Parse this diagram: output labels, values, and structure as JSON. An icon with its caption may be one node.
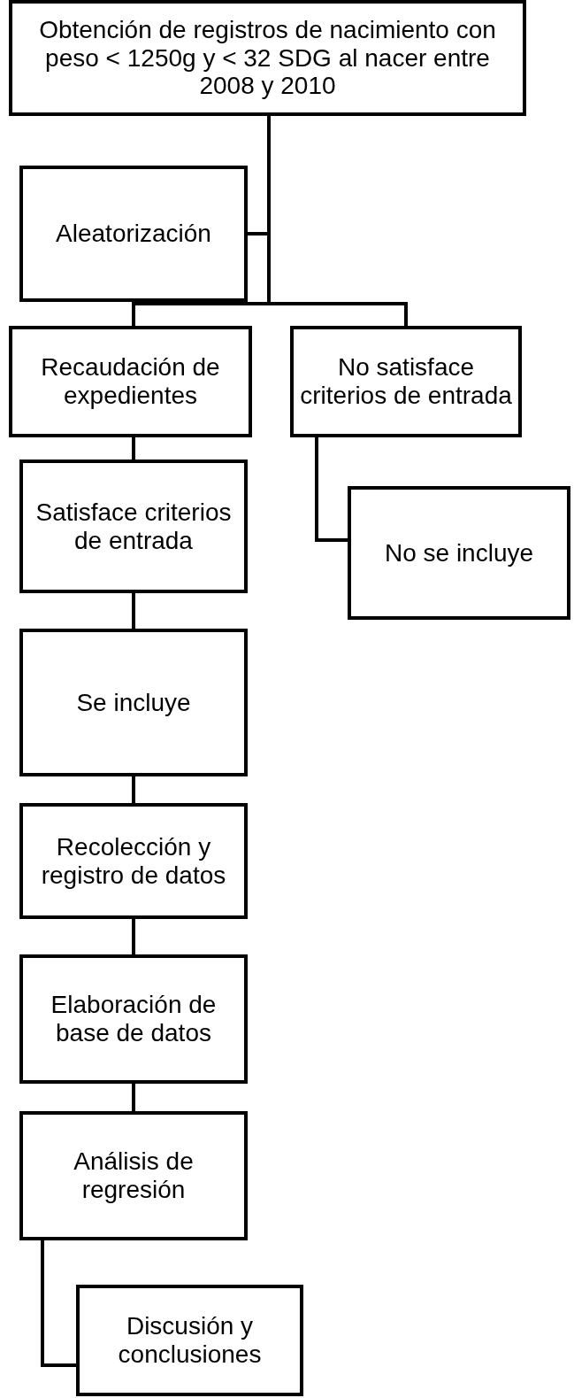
{
  "diagram": {
    "nodes": [
      {
        "text": [
          "Obtención de registros de nacimiento con peso < 1250g y < 32 SDG al nacer entre 2008 y 2010"
        ]
      },
      {
        "text": [
          "Aleatorización"
        ]
      },
      {
        "text": [
          "Recaudación de expedientes"
        ]
      },
      {
        "text": [
          "No satisface criterios de entrada"
        ]
      },
      {
        "text": [
          "No se incluye"
        ]
      },
      {
        "text": [
          "Satisface criterios de entrada"
        ]
      },
      {
        "text": [
          "Se incluye"
        ]
      },
      {
        "text": [
          "Recolección y registro de datos"
        ]
      },
      {
        "text": [
          "Elaboración de base de datos"
        ]
      },
      {
        "text": [
          "Análisis de regresión"
        ]
      },
      {
        "text": [
          "Discusión y conclusiones"
        ]
      }
    ],
    "edges": [
      {
        "from": 0,
        "to": 1,
        "arrow": "none"
      },
      {
        "from": 0,
        "to": 2,
        "arrow": "none"
      },
      {
        "from": 0,
        "to": 3,
        "arrow": "none"
      },
      {
        "from": 3,
        "to": 4,
        "arrow": "none"
      },
      {
        "from": 2,
        "to": 5,
        "arrow": "none"
      },
      {
        "from": 5,
        "to": 6,
        "arrow": "none"
      },
      {
        "from": 6,
        "to": 7,
        "arrow": "none"
      },
      {
        "from": 7,
        "to": 8,
        "arrow": "none"
      },
      {
        "from": 8,
        "to": 9,
        "arrow": "none"
      },
      {
        "from": 9,
        "to": 10,
        "arrow": "none"
      }
    ]
  }
}
